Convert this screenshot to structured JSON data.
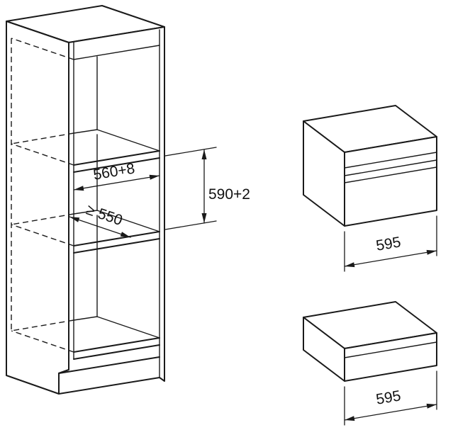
{
  "diagram": {
    "tall_unit": {
      "niche_width_label": "560+8",
      "niche_depth_label": "≥ 550",
      "niche_height_label": "590+2"
    },
    "compact_oven": {
      "width_label": "595"
    },
    "warming_drawer": {
      "width_label": "595"
    }
  },
  "colors": {
    "line": "#1a1a1a",
    "background": "#ffffff"
  }
}
